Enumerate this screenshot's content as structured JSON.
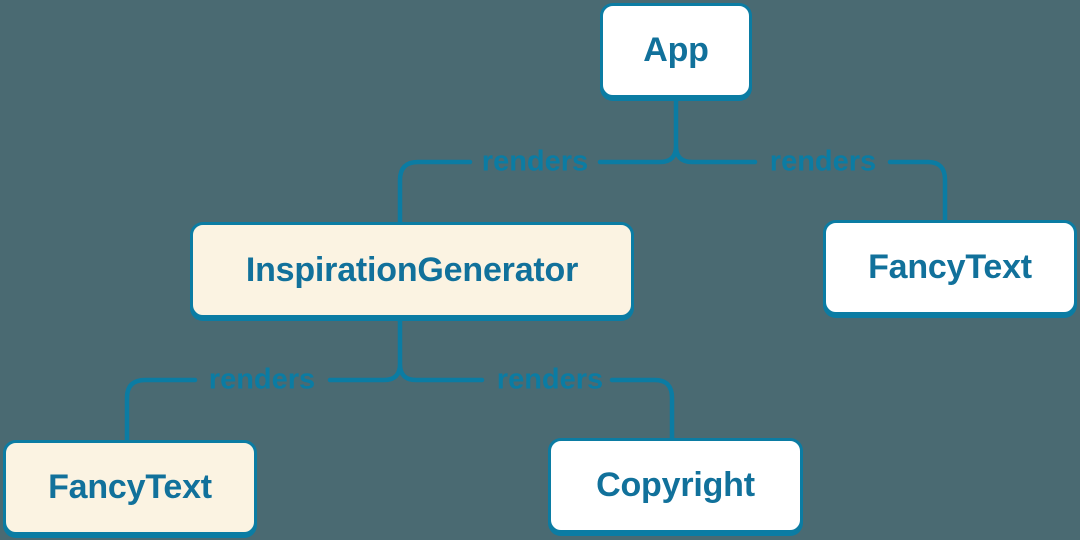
{
  "colors": {
    "background": "#4a6a72",
    "accent": "#0b7ca3",
    "node_text": "#11719b",
    "node_fill_white": "#ffffff",
    "node_fill_cream": "#fbf3e2"
  },
  "diagram": {
    "type": "component-render-tree",
    "nodes": [
      {
        "id": "app",
        "label": "App",
        "variant": "white"
      },
      {
        "id": "inspiration-generator",
        "label": "InspirationGenerator",
        "variant": "cream"
      },
      {
        "id": "fancy-text-top-right",
        "label": "FancyText",
        "variant": "white"
      },
      {
        "id": "fancy-text-bottom-left",
        "label": "FancyText",
        "variant": "cream"
      },
      {
        "id": "copyright",
        "label": "Copyright",
        "variant": "white"
      }
    ],
    "edges": [
      {
        "from": "app",
        "to": "inspiration-generator",
        "label": "renders"
      },
      {
        "from": "app",
        "to": "fancy-text-top-right",
        "label": "renders"
      },
      {
        "from": "inspiration-generator",
        "to": "fancy-text-bottom-left",
        "label": "renders"
      },
      {
        "from": "inspiration-generator",
        "to": "copyright",
        "label": "renders"
      }
    ]
  }
}
